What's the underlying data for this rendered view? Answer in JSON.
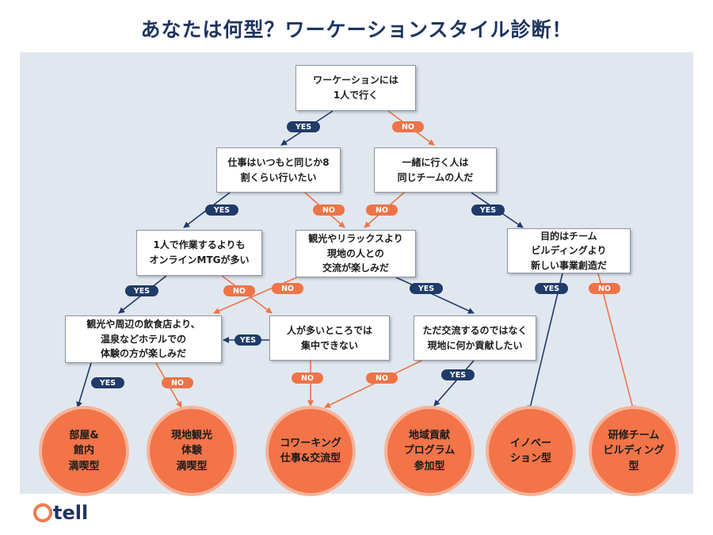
{
  "title": "あなたは何型？ワーケーションスタイル診断！",
  "colors": {
    "navy": "#1f3b69",
    "orange": "#ee7448",
    "panel": "#e1e7ef"
  },
  "questions": {
    "q1": "ワーケーションには\n1人で行く",
    "q2": "仕事はいつもと同じか8\n割くらい行いたい",
    "q3": "一緒に行く人は\n同じチームの人だ",
    "q4": "1人で作業するよりも\nオンラインMTGが多い",
    "q5": "観光やリラックスより\n現地の人との\n交流が楽しみだ",
    "q6": "目的はチーム\nビルディングより\n新しい事業創造だ",
    "q7": "観光や周辺の飲食店より、\n温泉などホテルでの\n体験の方が楽しみだ",
    "q8": "人が多いところでは\n集中できない",
    "q9": "ただ交流するのではなく\n現地に何か貢献したい"
  },
  "results": {
    "r1": "部屋&\n館内\n満喫型",
    "r2": "現地観光\n体験\n満喫型",
    "r3": "コワーキング\n仕事&交流型",
    "r4": "地域貢献\nプログラム\n参加型",
    "r5": "イノベー\nション型",
    "r6": "研修チーム\nビルディング\n型"
  },
  "labels": {
    "yes": "YES",
    "no": "NO"
  },
  "logo": {
    "text": "tell",
    "mark": "O"
  }
}
